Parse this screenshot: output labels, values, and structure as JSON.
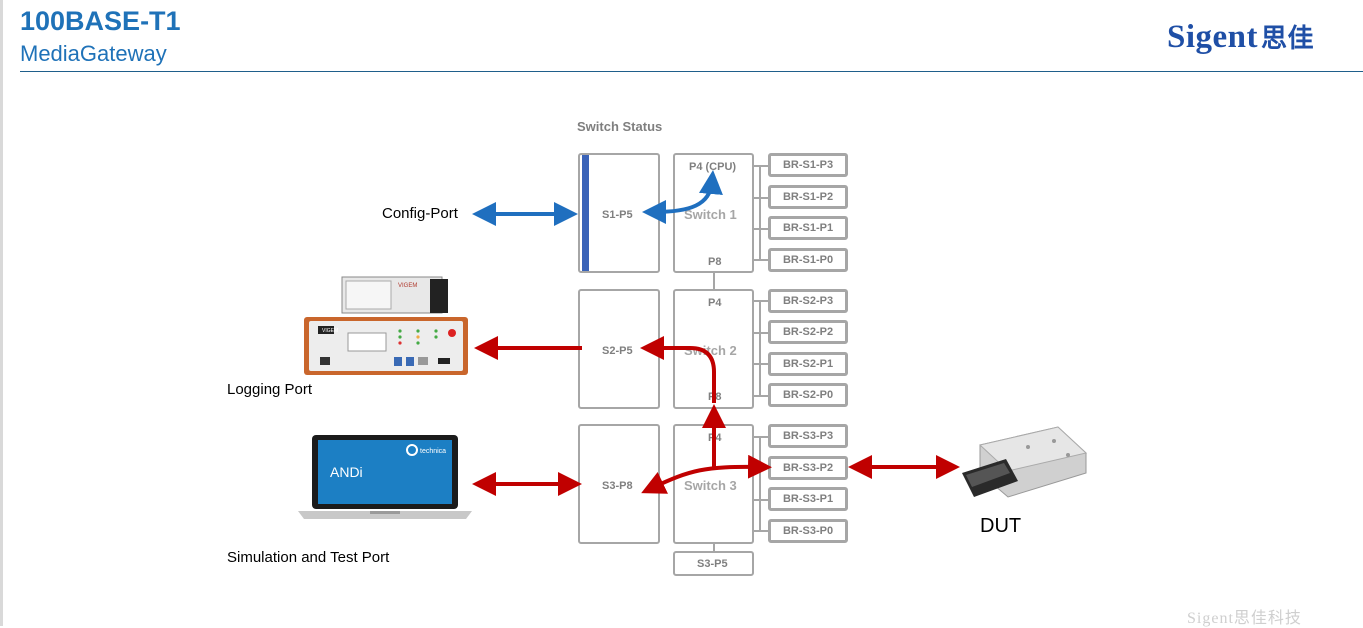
{
  "header": {
    "title": "100BASE-T1",
    "subtitle": "MediaGateway",
    "logo_text": "Sigent",
    "logo_cn": "思佳",
    "watermark": "Sigent思佳科技"
  },
  "diagram": {
    "heading": "Switch Status",
    "ports": {
      "s1": "S1-P5",
      "s2": "S2-P5",
      "s3": "S3-P8"
    },
    "switches": {
      "sw1": {
        "name": "Switch 1",
        "top_port": "P4 (CPU)",
        "bottom_port": "P8"
      },
      "sw2": {
        "name": "Switch 2",
        "top_port": "P4",
        "bottom_port": "P8"
      },
      "sw3": {
        "name": "Switch 3",
        "top_port": "P4"
      }
    },
    "extra_port": "S3-P5",
    "br_ports": {
      "s1": [
        "BR-S1-P3",
        "BR-S1-P2",
        "BR-S1-P1",
        "BR-S1-P0"
      ],
      "s2": [
        "BR-S2-P3",
        "BR-S2-P2",
        "BR-S2-P1",
        "BR-S2-P0"
      ],
      "s3": [
        "BR-S3-P3",
        "BR-S3-P2",
        "BR-S3-P1",
        "BR-S3-P0"
      ]
    },
    "labels": {
      "config": "Config-Port",
      "logging": "Logging Port",
      "simulation": "Simulation and Test Port",
      "dut": "DUT"
    },
    "device": {
      "logger_brand": "VIGEM",
      "laptop_screen": "ANDi",
      "laptop_brand": "technica"
    },
    "colors": {
      "blue_arrow": "#1f6fbf",
      "red_arrow": "#c00000",
      "box_border": "#a6a6a6",
      "title": "#1f72b8"
    }
  }
}
